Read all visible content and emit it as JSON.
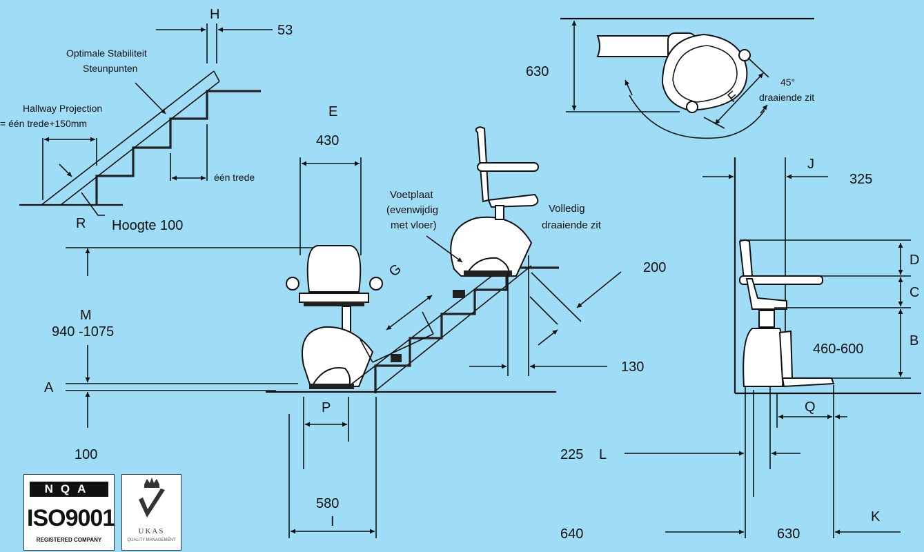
{
  "labels": {
    "h": "H",
    "dim_53": "53",
    "stability_1": "Optimale Stabiliteit",
    "stability_2": "Steunpunten",
    "hallway_1": "Hallway Projection",
    "hallway_2": "= één trede+150mm",
    "one_step": "één trede",
    "r": "R",
    "height_100": "Hoogte 100",
    "e": "E",
    "dim_430": "430",
    "dim_630_top": "630",
    "f": "F",
    "swivel_45_1": "45°",
    "swivel_45_2": "draaiende zit",
    "j": "J",
    "dim_325": "325",
    "footplate_1": "Voetplaat",
    "footplate_2": "(evenwijdig",
    "footplate_3": "met vloer)",
    "full_swivel_1": "Volledig",
    "full_swivel_2": "draaiende zit",
    "dim_200": "200",
    "m": "M",
    "dim_m": "940 -1075",
    "g": "G",
    "d": "D",
    "c": "C",
    "b": "B",
    "dim_b": "460-600",
    "dim_130": "130",
    "a": "A",
    "p": "P",
    "q": "Q",
    "dim_100_bottom": "100",
    "dim_225": "225",
    "l": "L",
    "dim_580": "580",
    "i": "I",
    "dim_640": "640",
    "dim_630_bottom": "630",
    "k": "K"
  },
  "logos": {
    "nqa": "NQA",
    "iso": "ISO9001",
    "registered": "REGISTERED COMPANY",
    "ukas": "UKAS",
    "ukas_sub": "QUALITY MANAGEMENT"
  }
}
